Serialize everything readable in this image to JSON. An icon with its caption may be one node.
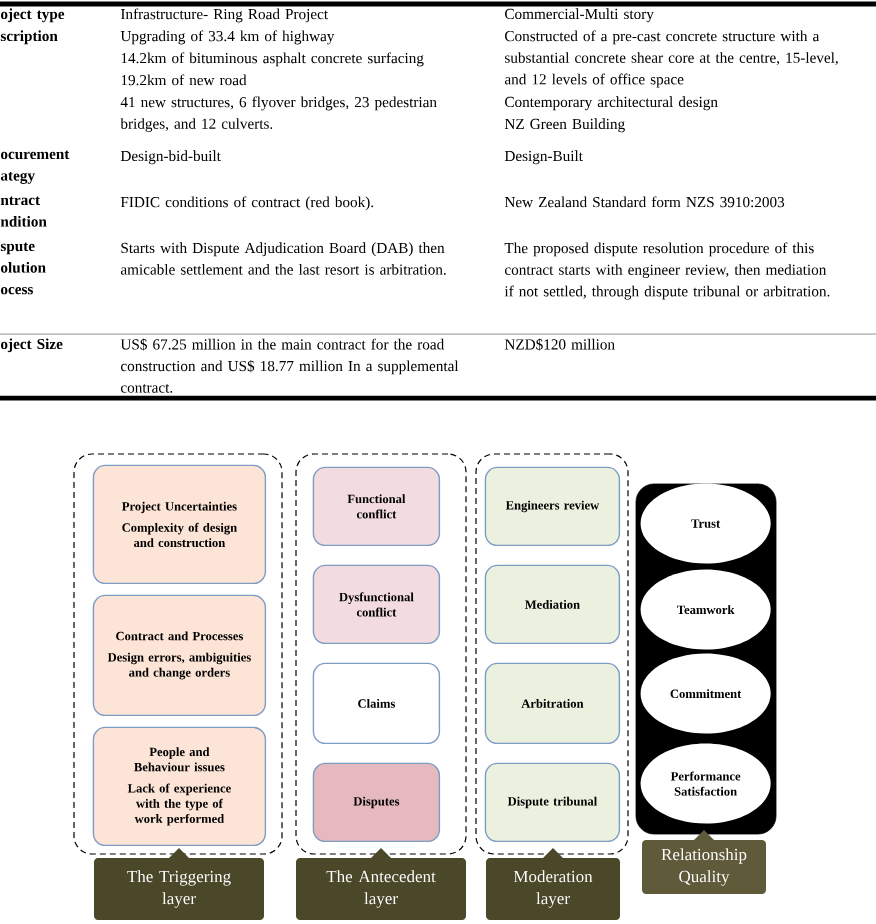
{
  "diagram": {
    "nodes": [
      {
        "text": [
          "The Triggering layer"
        ]
      },
      {
        "text": [
          "Project Uncertainties",
          "Complexity of design and construction"
        ],
        "in": 0
      },
      {
        "text": [
          "Contract and Processes",
          "Design errors, ambiguities and change orders"
        ],
        "in": 0
      },
      {
        "text": [
          "People and Behaviour issues",
          "Lack of experience with the type of work performed"
        ],
        "in": 0
      },
      {
        "text": [
          "The Antecedent layer"
        ]
      },
      {
        "text": [
          "Functional conflict"
        ],
        "in": 4
      },
      {
        "text": [
          "Dysfunctional conflict"
        ],
        "in": 4
      },
      {
        "text": [
          "Claims"
        ],
        "in": 4
      },
      {
        "text": [
          "Disputes"
        ],
        "in": 4
      },
      {
        "text": [
          "Moderation layer"
        ]
      },
      {
        "text": [
          "Engineers review"
        ],
        "in": 9
      },
      {
        "text": [
          "Mediation"
        ],
        "in": 9
      },
      {
        "text": [
          "Arbitration"
        ],
        "in": 9
      },
      {
        "text": [
          "Dispute tribunal"
        ],
        "in": 9
      },
      {
        "text": [
          "Relationship Quality"
        ]
      },
      {
        "text": [
          "Trust"
        ],
        "in": 14
      },
      {
        "text": [
          "Teamwork"
        ],
        "in": 14
      },
      {
        "text": [
          "Commitment"
        ],
        "in": 14
      },
      {
        "text": [
          "Performance Satisfaction"
        ],
        "in": 14
      }
    ],
    "labels": [
      "oject type",
      "Infrastructure- Ring Road Project",
      "Commercial-Multi story",
      "scription",
      "Upgrading of 33.4 km of highway",
      "14.2km of bituminous asphalt concrete surfacing",
      "19.2km of new road",
      "41 new structures, 6 flyover bridges, 23 pedestrian bridges, and 12 culverts.",
      "Constructed of a pre-cast concrete structure with a substantial concrete shear core at the centre, 15-level, and 12 levels of office space",
      "Contemporary architectural design",
      "NZ Green Building",
      "ocurement ategy",
      "Design-bid-built",
      "Design-Built",
      "ntract ndition",
      "FIDIC conditions of contract (red book).",
      "New Zealand Standard form NZS 3910:2003",
      "spute olution ocess",
      "Starts with Dispute Adjudication Board (DAB) then amicable settlement and the last resort is arbitration.",
      "The proposed dispute resolution procedure of this contract starts with engineer review, then mediation if not settled, through dispute tribunal or arbitration.",
      "oject Size",
      "US$ 67.25 million in the main contract for the road construction and US$ 18.77 million In a supplemental contract.",
      "NZD$120 million"
    ]
  }
}
